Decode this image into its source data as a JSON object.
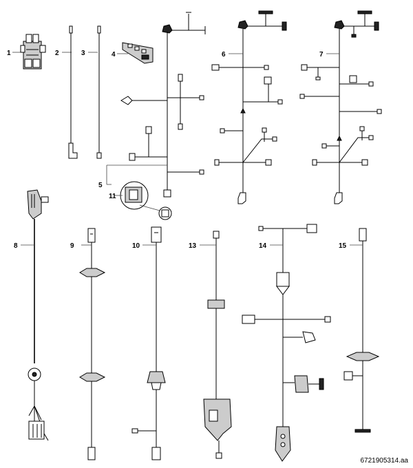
{
  "parts": [
    {
      "number": "1",
      "name": "part-1-connector-block"
    },
    {
      "number": "2",
      "name": "part-2-single-wire"
    },
    {
      "number": "3",
      "name": "part-3-single-wire"
    },
    {
      "number": "4",
      "name": "part-4-connector-strip"
    },
    {
      "number": "5",
      "name": "part-5-main-harness"
    },
    {
      "number": "6",
      "name": "part-6-harness"
    },
    {
      "number": "7",
      "name": "part-7-harness"
    },
    {
      "number": "8",
      "name": "part-8-power-cable"
    },
    {
      "number": "9",
      "name": "part-9-connector-detail"
    },
    {
      "number": "10",
      "name": "part-10-cable"
    },
    {
      "number": "11",
      "name": "part-11-cable"
    },
    {
      "number": "13",
      "name": "part-13-sensor-cable"
    },
    {
      "number": "14",
      "name": "part-14-branched-cable"
    },
    {
      "number": "15",
      "name": "part-15-cable"
    }
  ],
  "drawing_code": "6721905314.aa"
}
